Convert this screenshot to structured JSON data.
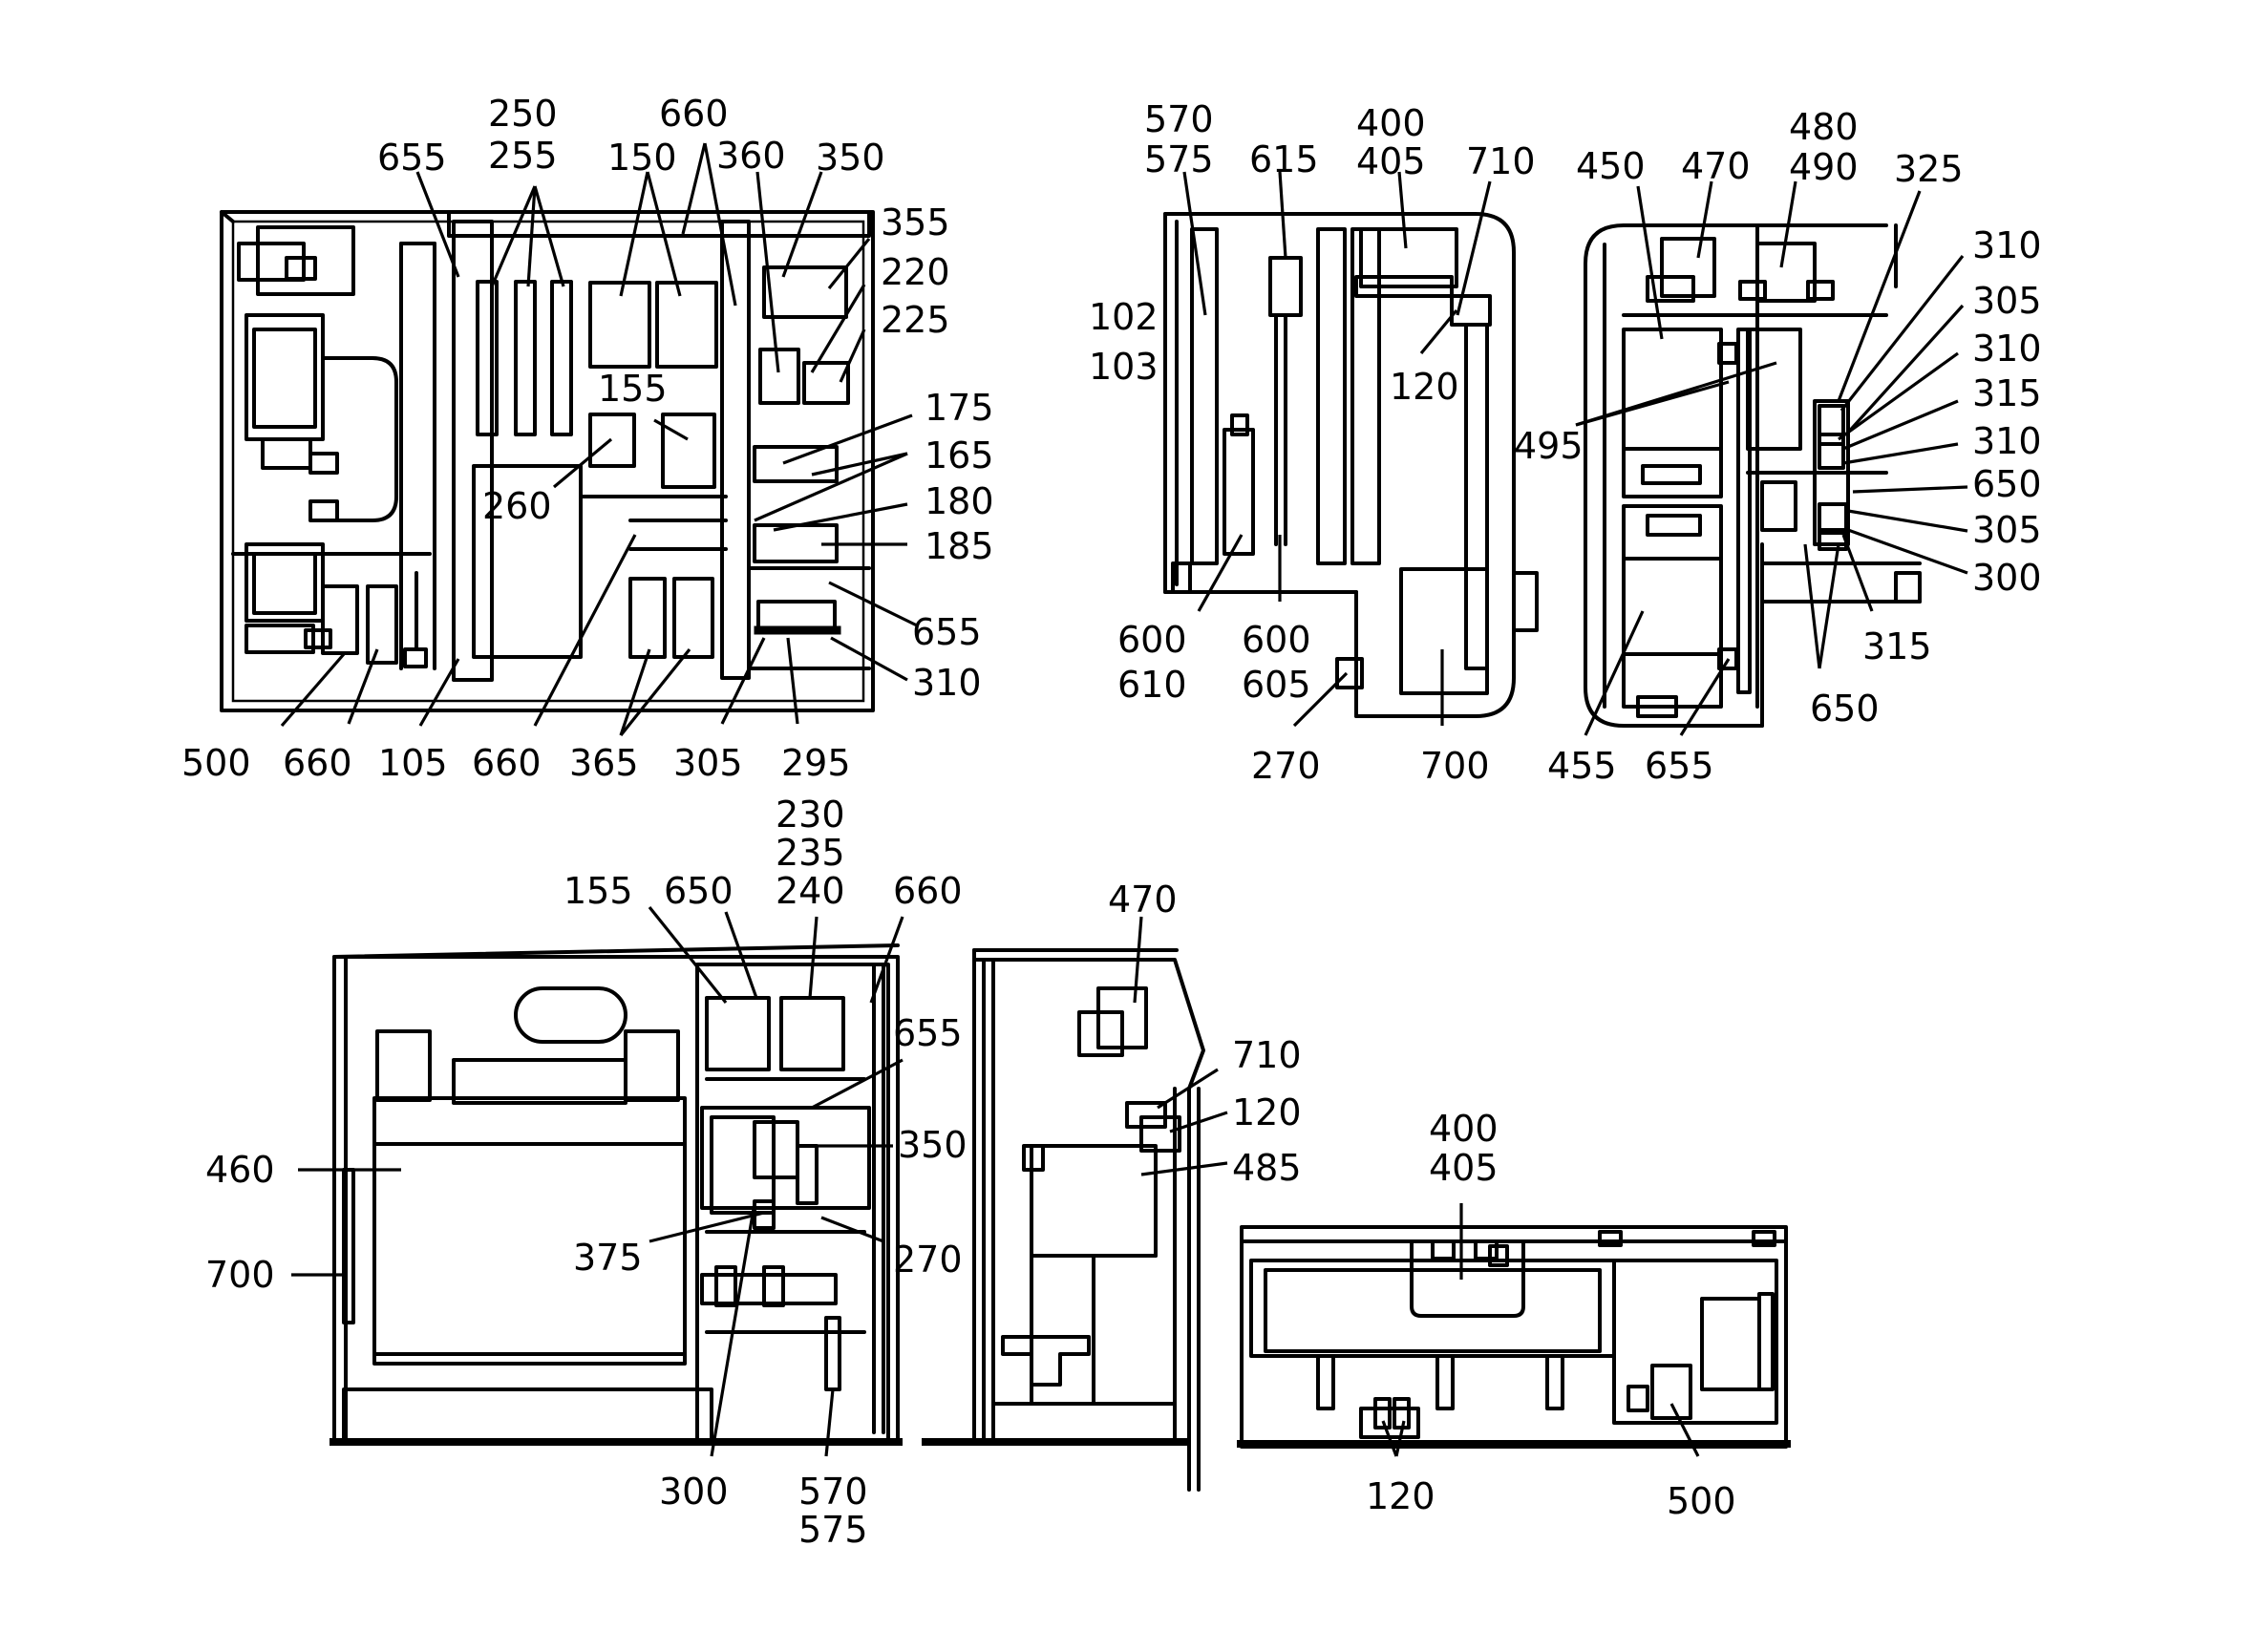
{
  "figure": {
    "views": [
      {
        "name": "top-left-view",
        "labels": [
          {
            "id": "tl-655a",
            "text": "655"
          },
          {
            "id": "tl-250",
            "text": "250"
          },
          {
            "id": "tl-255",
            "text": "255"
          },
          {
            "id": "tl-150",
            "text": "150"
          },
          {
            "id": "tl-660a",
            "text": "660"
          },
          {
            "id": "tl-360",
            "text": "360"
          },
          {
            "id": "tl-350",
            "text": "350"
          },
          {
            "id": "tl-355",
            "text": "355"
          },
          {
            "id": "tl-220",
            "text": "220"
          },
          {
            "id": "tl-225",
            "text": "225"
          },
          {
            "id": "tl-155",
            "text": "155"
          },
          {
            "id": "tl-260",
            "text": "260"
          },
          {
            "id": "tl-175",
            "text": "175"
          },
          {
            "id": "tl-165",
            "text": "165"
          },
          {
            "id": "tl-180",
            "text": "180"
          },
          {
            "id": "tl-185",
            "text": "185"
          },
          {
            "id": "tl-655b",
            "text": "655"
          },
          {
            "id": "tl-310",
            "text": "310"
          },
          {
            "id": "tl-500",
            "text": "500"
          },
          {
            "id": "tl-660b",
            "text": "660"
          },
          {
            "id": "tl-105",
            "text": "105"
          },
          {
            "id": "tl-660c",
            "text": "660"
          },
          {
            "id": "tl-365",
            "text": "365"
          },
          {
            "id": "tl-305",
            "text": "305"
          },
          {
            "id": "tl-295",
            "text": "295"
          }
        ]
      },
      {
        "name": "top-middle-view",
        "labels": [
          {
            "id": "tm-570",
            "text": "570"
          },
          {
            "id": "tm-575",
            "text": "575"
          },
          {
            "id": "tm-615",
            "text": "615"
          },
          {
            "id": "tm-400",
            "text": "400"
          },
          {
            "id": "tm-405",
            "text": "405"
          },
          {
            "id": "tm-710",
            "text": "710"
          },
          {
            "id": "tm-102",
            "text": "102"
          },
          {
            "id": "tm-103",
            "text": "103"
          },
          {
            "id": "tm-120",
            "text": "120"
          },
          {
            "id": "tm-600a",
            "text": "600"
          },
          {
            "id": "tm-610",
            "text": "610"
          },
          {
            "id": "tm-600b",
            "text": "600"
          },
          {
            "id": "tm-605",
            "text": "605"
          },
          {
            "id": "tm-270",
            "text": "270"
          },
          {
            "id": "tm-700",
            "text": "700"
          }
        ]
      },
      {
        "name": "top-right-view",
        "labels": [
          {
            "id": "tr-450",
            "text": "450"
          },
          {
            "id": "tr-470",
            "text": "470"
          },
          {
            "id": "tr-480",
            "text": "480"
          },
          {
            "id": "tr-490",
            "text": "490"
          },
          {
            "id": "tr-325",
            "text": "325"
          },
          {
            "id": "tr-310a",
            "text": "310"
          },
          {
            "id": "tr-305a",
            "text": "305"
          },
          {
            "id": "tr-310b",
            "text": "310"
          },
          {
            "id": "tr-315a",
            "text": "315"
          },
          {
            "id": "tr-310c",
            "text": "310"
          },
          {
            "id": "tr-650a",
            "text": "650"
          },
          {
            "id": "tr-305b",
            "text": "305"
          },
          {
            "id": "tr-300",
            "text": "300"
          },
          {
            "id": "tr-315b",
            "text": "315"
          },
          {
            "id": "tr-650b",
            "text": "650"
          },
          {
            "id": "tr-495",
            "text": "495"
          },
          {
            "id": "tr-455",
            "text": "455"
          },
          {
            "id": "tr-655",
            "text": "655"
          }
        ]
      },
      {
        "name": "bottom-left-view",
        "labels": [
          {
            "id": "bl-230",
            "text": "230"
          },
          {
            "id": "bl-235",
            "text": "235"
          },
          {
            "id": "bl-240",
            "text": "240"
          },
          {
            "id": "bl-155",
            "text": "155"
          },
          {
            "id": "bl-650",
            "text": "650"
          },
          {
            "id": "bl-660",
            "text": "660"
          },
          {
            "id": "bl-655",
            "text": "655"
          },
          {
            "id": "bl-460",
            "text": "460"
          },
          {
            "id": "bl-350",
            "text": "350"
          },
          {
            "id": "bl-700",
            "text": "700"
          },
          {
            "id": "bl-375",
            "text": "375"
          },
          {
            "id": "bl-270",
            "text": "270"
          },
          {
            "id": "bl-300",
            "text": "300"
          },
          {
            "id": "bl-570",
            "text": "570"
          },
          {
            "id": "bl-575",
            "text": "575"
          }
        ]
      },
      {
        "name": "bottom-middle-view",
        "labels": [
          {
            "id": "bm-470",
            "text": "470"
          },
          {
            "id": "bm-710",
            "text": "710"
          },
          {
            "id": "bm-120",
            "text": "120"
          },
          {
            "id": "bm-485",
            "text": "485"
          }
        ]
      },
      {
        "name": "bottom-right-view",
        "labels": [
          {
            "id": "br-400",
            "text": "400"
          },
          {
            "id": "br-405",
            "text": "405"
          },
          {
            "id": "br-120",
            "text": "120"
          },
          {
            "id": "br-500",
            "text": "500"
          }
        ]
      }
    ]
  }
}
